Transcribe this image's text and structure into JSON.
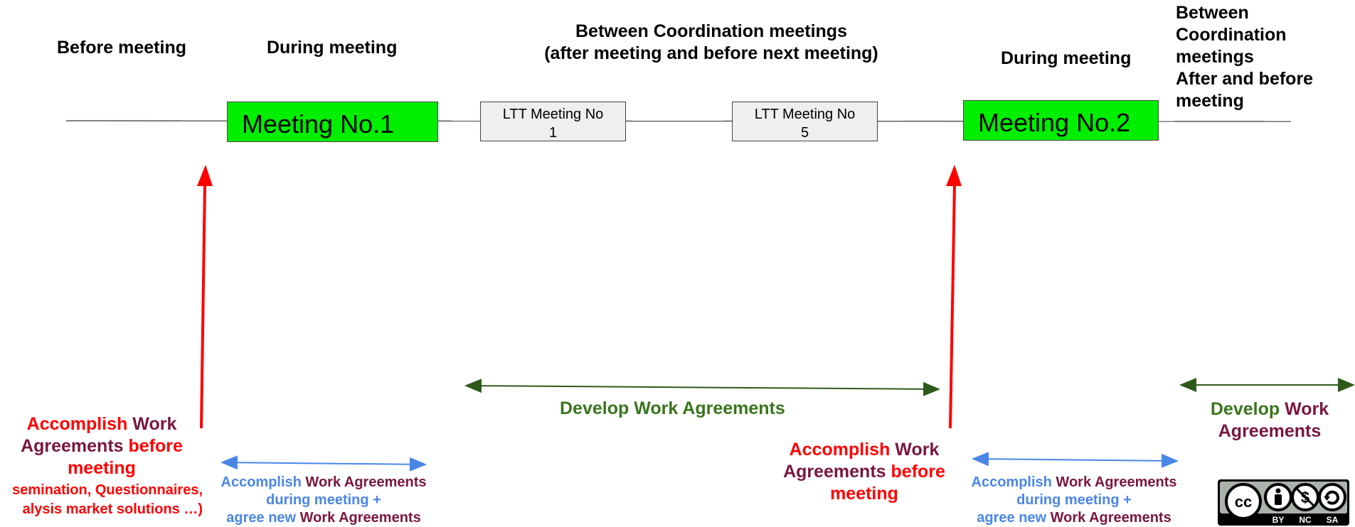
{
  "phase_labels": {
    "before": "Before meeting",
    "during_1": "During meeting",
    "between_line1": "Between Coordination meetings",
    "between_line2": "(after meeting and before next meeting)",
    "during_2": "During meeting",
    "between_after_1": "Between",
    "between_after_2": "Coordination",
    "between_after_3": "meetings",
    "between_after_4": "After and before",
    "between_after_5": "meeting"
  },
  "timeline": {
    "meeting_1": "Meeting No.1",
    "ltt_1_line1": "LTT Meeting No",
    "ltt_1_line2": "1",
    "ltt_5_line1": "LTT Meeting No",
    "ltt_5_line2": "5",
    "meeting_2": "Meeting No.2"
  },
  "annotations": {
    "left_accomplish": {
      "w1": "Accomplish",
      "w2": "Work",
      "w3": "Agreements",
      "w4": "before",
      "w5": "meeting",
      "detail_1": "semination, Questionnaires,",
      "detail_2": "alysis market solutions …)"
    },
    "during_1": {
      "a": "Accomplish",
      "b": "Work Agreements",
      "c": "during meeting +",
      "d": "agree new",
      "e": "Work Agreements"
    },
    "develop_1": "Develop Work Agreements",
    "right_accomplish": {
      "w1": "Accomplish",
      "w2": "Work",
      "w3": "Agreements",
      "w4": "before",
      "w5": "meeting"
    },
    "during_2": {
      "a": "Accomplish",
      "b": "Work Agreements",
      "c": "during meeting +",
      "d": "agree new",
      "e": "Work Agreements"
    },
    "develop_2": {
      "a": "Develop",
      "b": "Work",
      "c": "Agreements"
    }
  },
  "license_badge": {
    "by": "BY",
    "nc": "NC",
    "sa": "SA"
  },
  "colors": {
    "meeting_fill": "#00ee00",
    "ltt_fill": "#efefef",
    "red": "#ff0000",
    "maroon": "#7a1640",
    "blue": "#4a86e8",
    "green": "#38761d"
  }
}
